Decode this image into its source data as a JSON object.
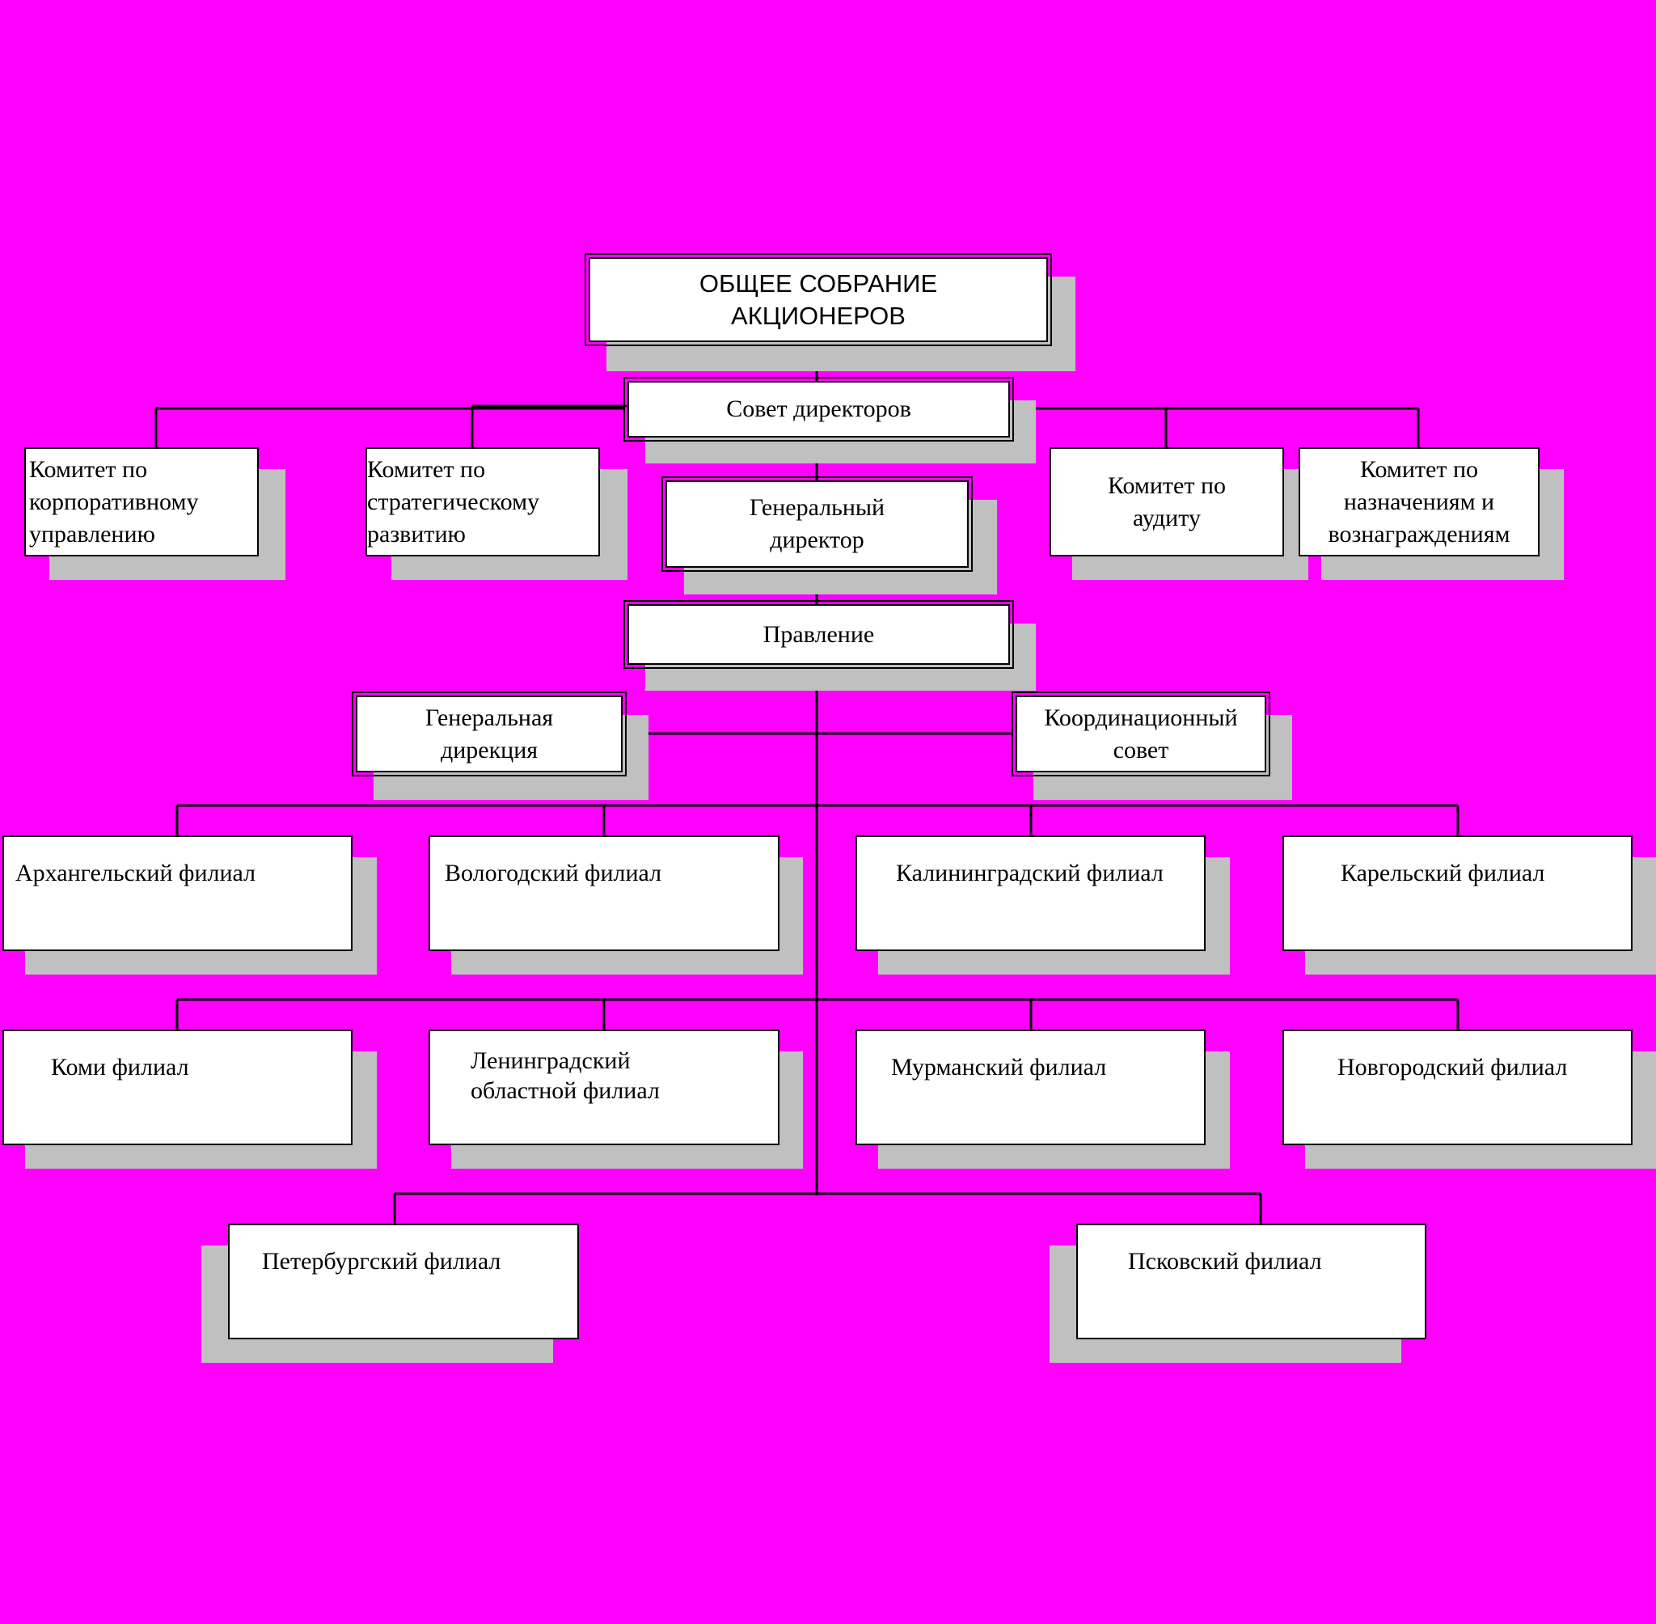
{
  "colors": {
    "background": "#ff00ff",
    "box": "#ffffff",
    "shadow": "#c0c0c0",
    "line": "#000000"
  },
  "nodes": {
    "shareholders": "ОБЩЕЕ СОБРАНИЕ\nАКЦИОНЕРОВ",
    "board": "Совет директоров",
    "committee_governance": "Комитет по\nкорпоративному\nуправлению",
    "committee_strategy": "Комитет по\nстратегическому\nразвитию",
    "general_director": "Генеральный\nдиректор",
    "committee_audit": "Комитет по\nаудиту",
    "committee_appointments": "Комитет по\nназначениям и\nвознаграждениям",
    "management_board": "Правление",
    "general_directorate": "Генеральная\nдирекция",
    "coordination_council": "Координационный\nсовет",
    "branch_arkhangelsk": "Архангельский филиал",
    "branch_vologda": "Вологодский филиал",
    "branch_kaliningrad": "Калининградский филиал",
    "branch_karelia": "Карельский филиал",
    "branch_komi": "Коми филиал",
    "branch_leningrad_region": "Ленинградский\nобластной филиал",
    "branch_murmansk": "Мурманский филиал",
    "branch_novgorod": "Новгородский филиал",
    "branch_petersburg": "Петербургский филиал",
    "branch_pskov": "Псковский филиал"
  }
}
